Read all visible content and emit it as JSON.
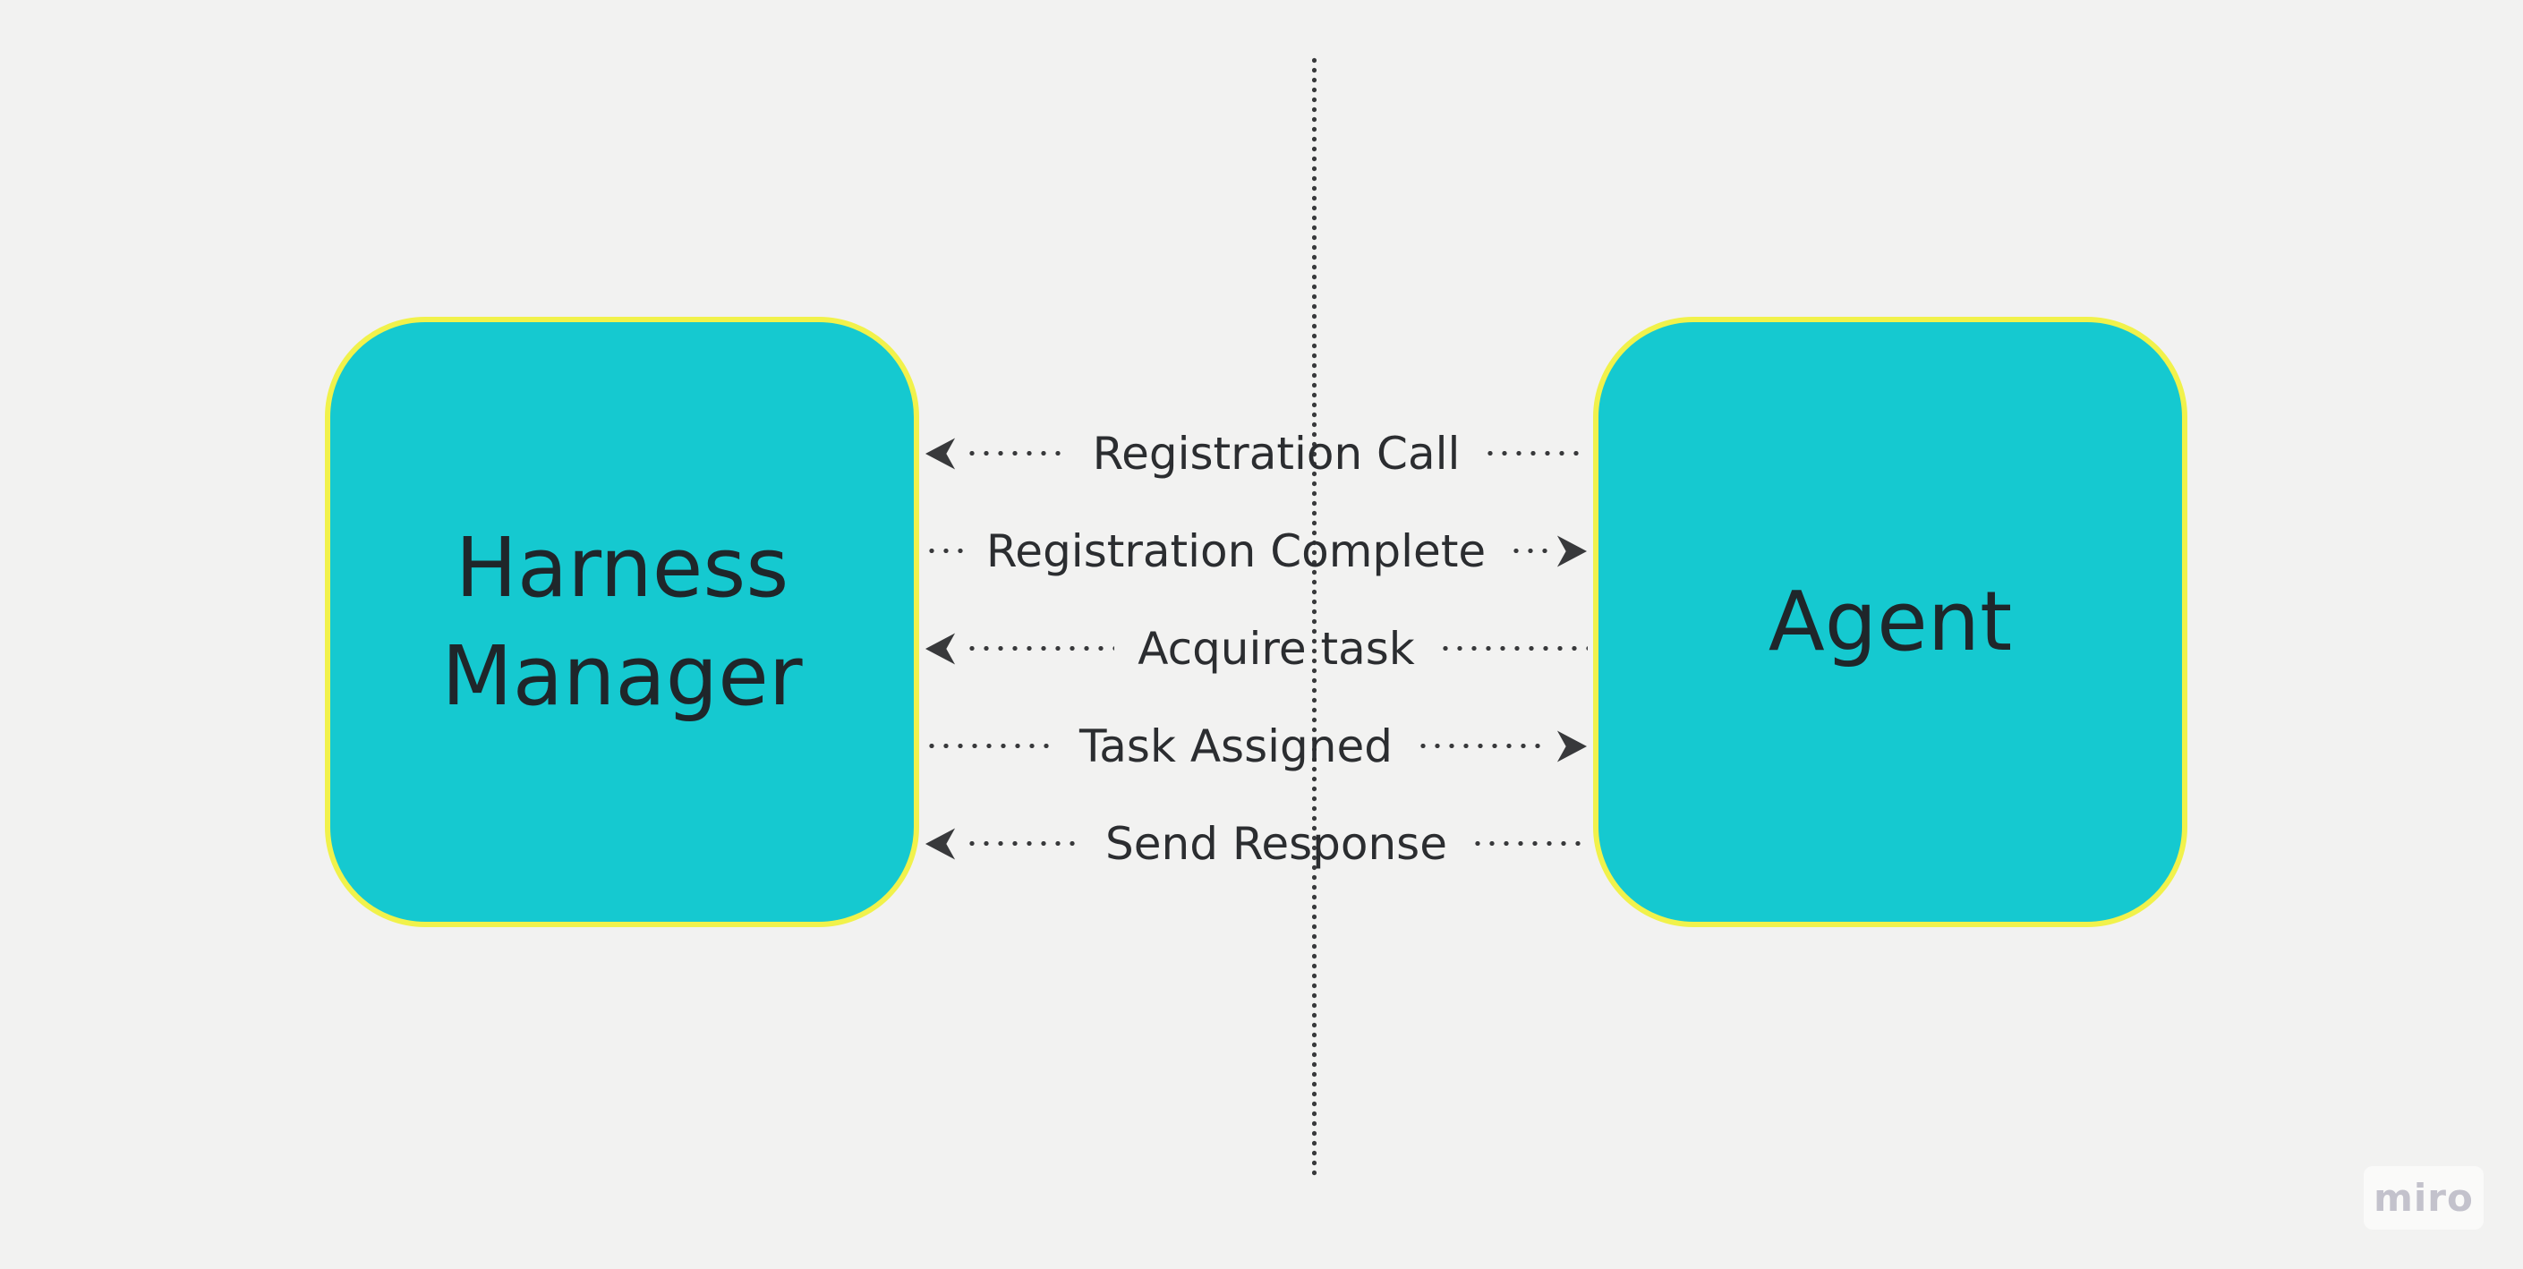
{
  "diagram": {
    "nodes": [
      {
        "id": "harness-manager",
        "label": "Harness Manager"
      },
      {
        "id": "agent",
        "label": "Agent"
      }
    ],
    "messages": [
      {
        "label": "Registration Call",
        "direction": "to-harness-manager"
      },
      {
        "label": "Registration Complete",
        "direction": "to-agent"
      },
      {
        "label": "Acquire task",
        "direction": "to-harness-manager"
      },
      {
        "label": "Task Assigned",
        "direction": "to-agent"
      },
      {
        "label": "Send Response",
        "direction": "to-harness-manager"
      }
    ]
  },
  "watermark": {
    "label": "miro"
  },
  "colors": {
    "background": "#f2f2f1",
    "node-fill": "#15c9d0",
    "node-border": "#f1f24b",
    "node-text": "#1f262a",
    "label-text": "#2b2d30",
    "line": "#38393b",
    "watermark-bg": "rgba(255,255,255,0.6)",
    "watermark-text": "#c3c2cc"
  }
}
